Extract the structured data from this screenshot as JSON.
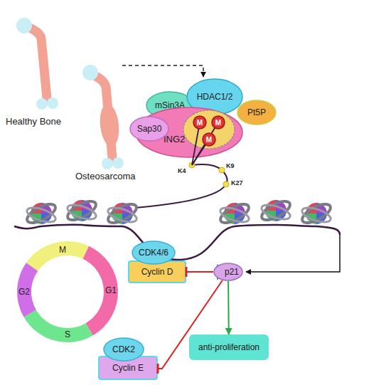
{
  "diagram": {
    "nodes": [
      {
        "text": [
          "mSin3A"
        ]
      },
      {
        "text": [
          "HDAC1/2"
        ]
      },
      {
        "text": [
          "Sap30"
        ]
      },
      {
        "text": [
          "ING2"
        ]
      },
      {
        "text": [
          "Pt5P"
        ]
      },
      {
        "text": [
          "M"
        ],
        "in": 3
      },
      {
        "text": [
          "M"
        ],
        "in": 3
      },
      {
        "text": [
          "M"
        ],
        "in": 3
      },
      {
        "text": [
          "CDK4/6"
        ]
      },
      {
        "text": [
          "Cyclin D"
        ]
      },
      {
        "text": [
          "p21"
        ]
      },
      {
        "text": [
          "CDK2"
        ]
      },
      {
        "text": [
          "Cyclin E"
        ]
      },
      {
        "text": [
          "anti-proliferation"
        ]
      }
    ],
    "edges": [
      {
        "from": 10,
        "to": 9,
        "arrow": "to"
      },
      {
        "from": 10,
        "to": 12,
        "arrow": "to"
      },
      {
        "from": 10,
        "to": 13,
        "arrow": "to"
      }
    ],
    "labels": [
      "Healthy Bone",
      "Osteosarcoma",
      "K4",
      "K9",
      "K27",
      "M",
      "G1",
      "S",
      "G2"
    ]
  }
}
